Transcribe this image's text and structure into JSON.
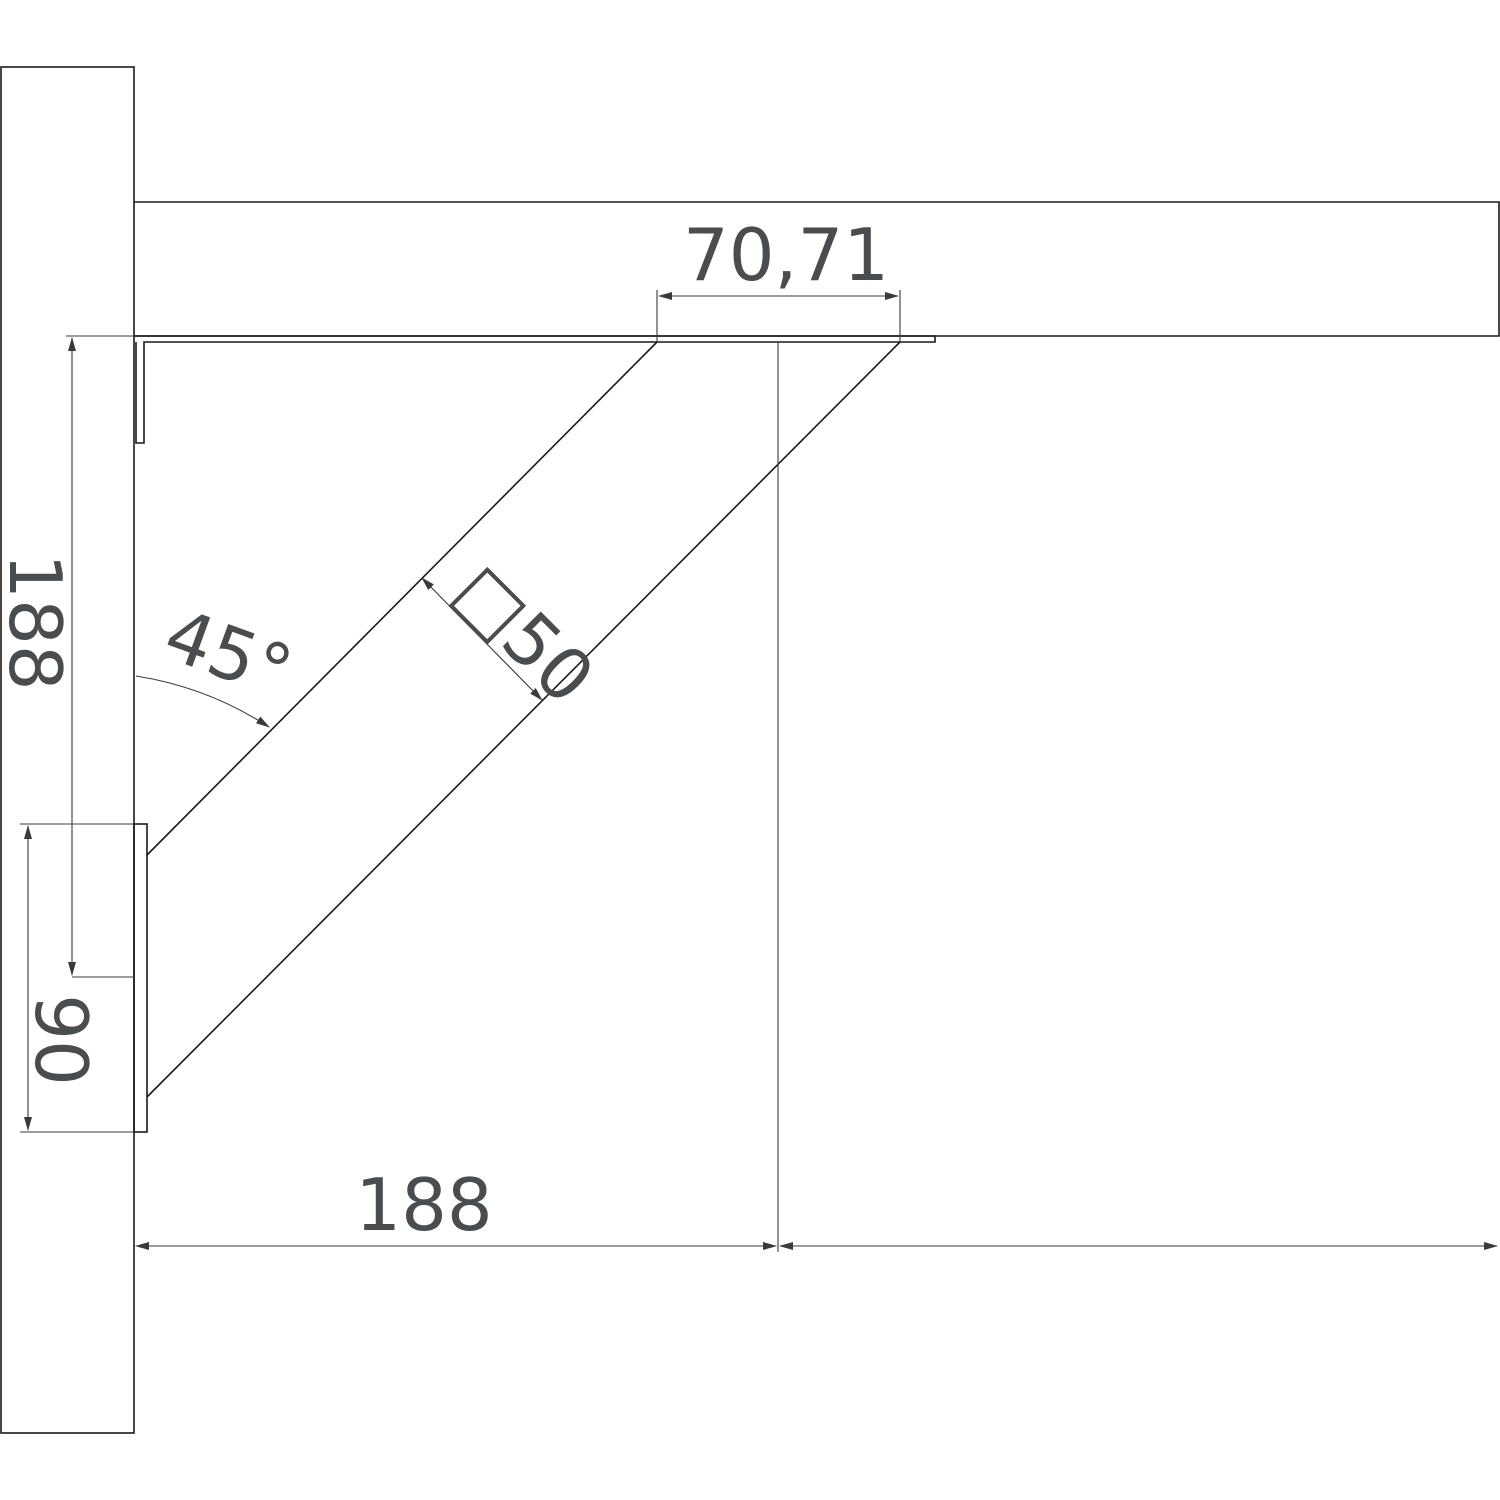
{
  "dimensions": {
    "top_width": "70,71",
    "profile_size": "□50",
    "angle": "45°",
    "vertical_height": "188",
    "plate_height": "90",
    "horizontal_length": "188"
  },
  "colors": {
    "line": "#1a1a1a",
    "dimension_text": "#4a4d4f"
  }
}
